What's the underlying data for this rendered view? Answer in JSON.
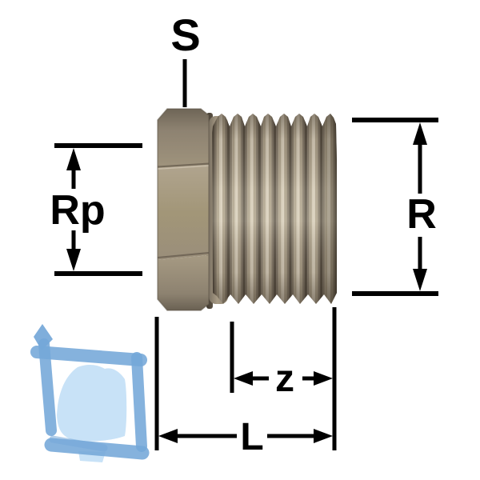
{
  "drawing": {
    "dimension_labels": {
      "s": "S",
      "rp": "Rp",
      "r": "R",
      "z": "z",
      "l": "L"
    }
  },
  "icons": {
    "brand_logo": "hand-drawn-square-logo"
  },
  "colors": {
    "line": "#000000",
    "background": "#ffffff",
    "logo_frame": "#74a7d8",
    "logo_fill": "#c8e2f7",
    "metal_base": "#a89c86",
    "metal_shadow": "#564d41",
    "metal_highlight": "#d6ccba"
  }
}
